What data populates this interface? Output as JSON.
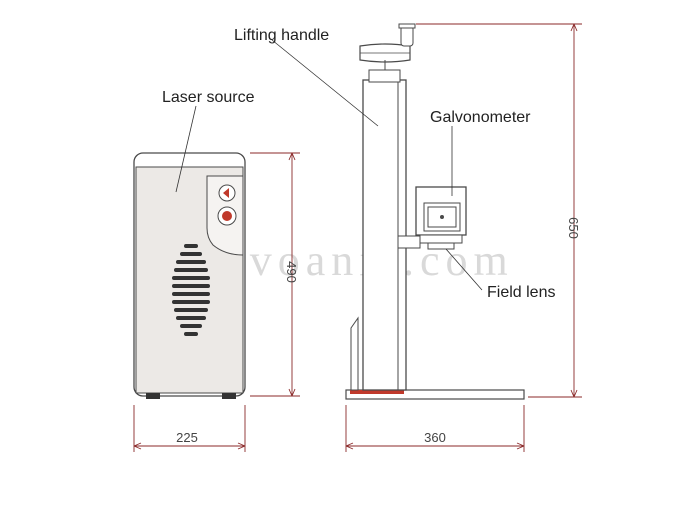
{
  "labels": {
    "lifting_handle": "Lifting handle",
    "laser_source": "Laser source",
    "galvonometer": "Galvonometer",
    "field_lens": "Field lens"
  },
  "dimensions": {
    "width_source": "225",
    "height_source": "490",
    "base_width": "360",
    "total_height": "650"
  },
  "watermark": "kevoanic.com",
  "colors": {
    "line": "#4a4a4a",
    "panel_fill": "#ece9e6",
    "accent_red": "#c0392b",
    "dim_line": "#8b2a2a"
  }
}
